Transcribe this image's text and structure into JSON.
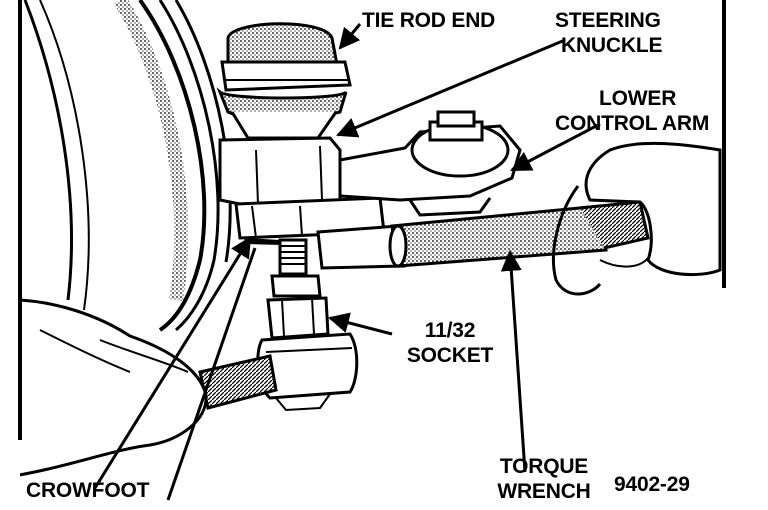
{
  "labels": {
    "tie_rod_end": "TIE ROD END",
    "steering_knuckle": [
      "STEERING",
      "KNUCKLE"
    ],
    "lower_control_arm": [
      "LOWER",
      "CONTROL ARM"
    ],
    "socket": [
      "11/32",
      "SOCKET"
    ],
    "crowfoot": "CROWFOOT",
    "torque_wrench": [
      "TORQUE",
      "WRENCH"
    ],
    "figure_number": "9402-29"
  }
}
